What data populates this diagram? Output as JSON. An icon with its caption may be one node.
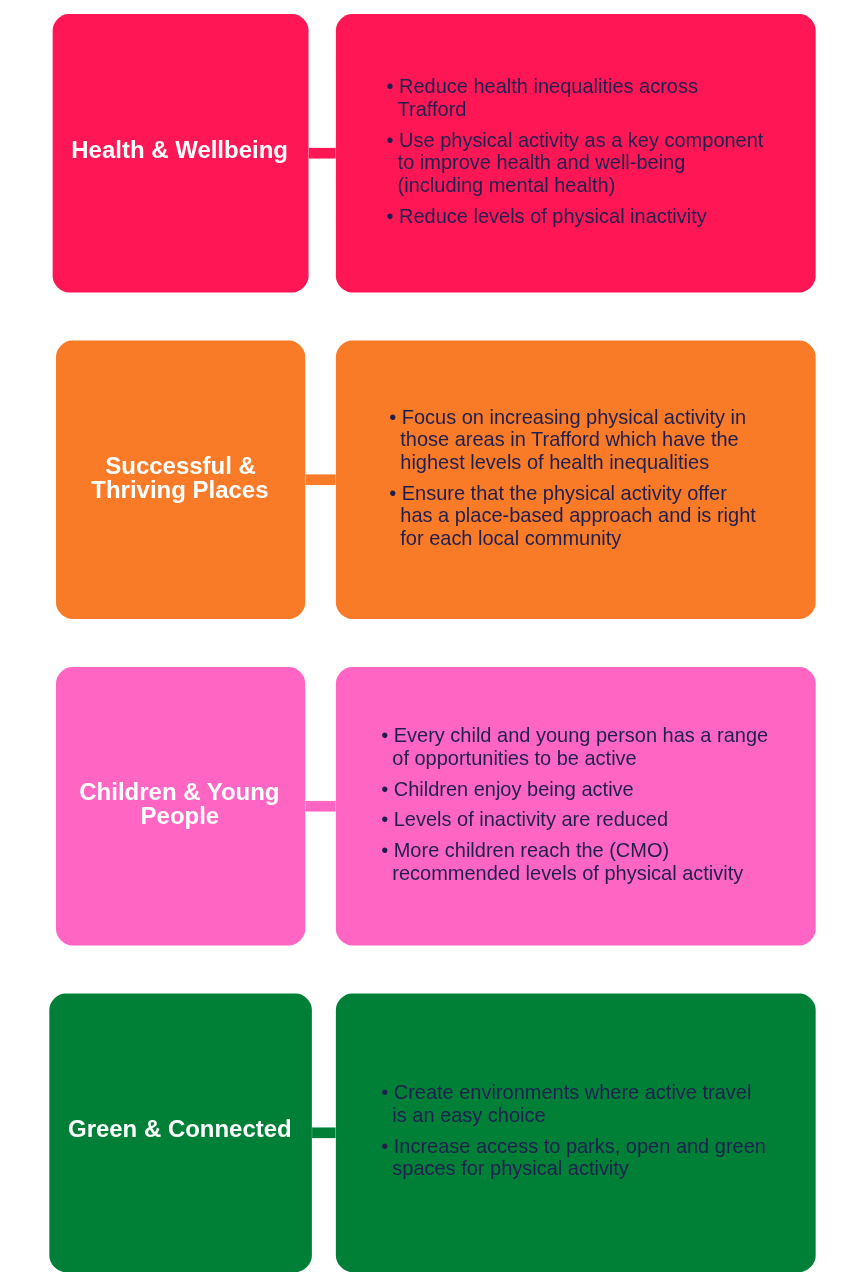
{
  "diagram": {
    "nodes": [
      {
        "text": [
          "Health & Wellbeing"
        ]
      },
      {
        "text": [
          "• Reduce health inequalities across Trafford",
          "• Use physical activity as a key component to improve health and well-being (including mental health)",
          "• Reduce levels of physical inactivity"
        ]
      },
      {
        "text": [
          "Successful & Thriving Places"
        ]
      },
      {
        "text": [
          "• Focus on increasing physical activity in those areas in Trafford which have the highest levels of health inequalities",
          "• Ensure that the physical activity offer has a place-based approach and is right for each local community"
        ]
      },
      {
        "text": [
          "Children & Young People"
        ]
      },
      {
        "text": [
          "• Every child and young person has a range of opportunities to be active",
          "• Children enjoy being active",
          "• Levels of inactivity are reduced",
          "• More children reach the (CMO) recommended levels of physical activity"
        ]
      },
      {
        "text": [
          "Green & Connected"
        ]
      },
      {
        "text": [
          "• Create environments where active travel is an easy choice",
          "• Increase access to parks, open and green spaces for physical activity"
        ]
      }
    ],
    "edges": [
      {
        "from": 0,
        "to": 1,
        "arrow": "none",
        "color": "#ff1654"
      },
      {
        "from": 2,
        "to": 3,
        "arrow": "none",
        "color": "#f97a27"
      },
      {
        "from": 4,
        "to": 5,
        "arrow": "none",
        "color": "#ff66c4"
      },
      {
        "from": 6,
        "to": 7,
        "arrow": "none",
        "color": "#008037"
      }
    ]
  }
}
